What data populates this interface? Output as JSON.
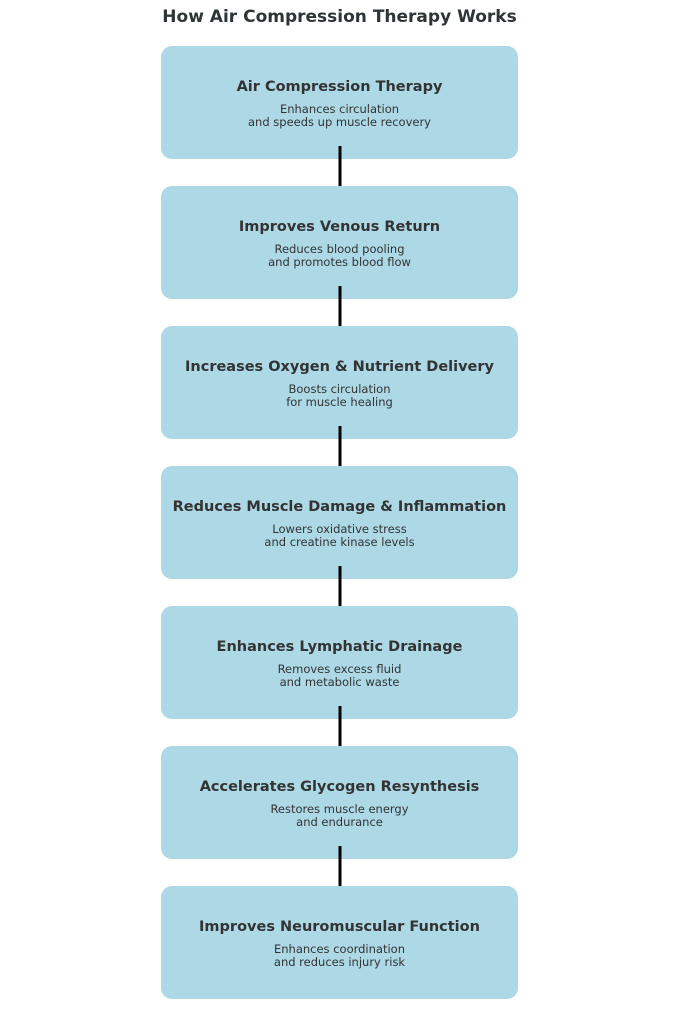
{
  "title": "How Air Compression Therapy Works",
  "steps": [
    {
      "title": "Air Compression Therapy",
      "desc1": "Enhances circulation",
      "desc2": "and speeds up muscle recovery"
    },
    {
      "title": "Improves Venous Return",
      "desc1": "Reduces blood pooling",
      "desc2": "and promotes blood flow"
    },
    {
      "title": "Increases Oxygen & Nutrient Delivery",
      "desc1": "Boosts circulation",
      "desc2": "for muscle healing"
    },
    {
      "title": "Reduces Muscle Damage & Inflammation",
      "desc1": "Lowers oxidative stress",
      "desc2": "and creatine kinase levels"
    },
    {
      "title": "Enhances Lymphatic Drainage",
      "desc1": "Removes excess fluid",
      "desc2": "and metabolic waste"
    },
    {
      "title": "Accelerates Glycogen Resynthesis",
      "desc1": "Restores muscle energy",
      "desc2": "and endurance"
    },
    {
      "title": "Improves Neuromuscular Function",
      "desc1": "Enhances coordination",
      "desc2": "and reduces injury risk"
    }
  ],
  "colors": {
    "box_fill": "#add8e6",
    "text": "#333333",
    "arrow": "#000000"
  }
}
